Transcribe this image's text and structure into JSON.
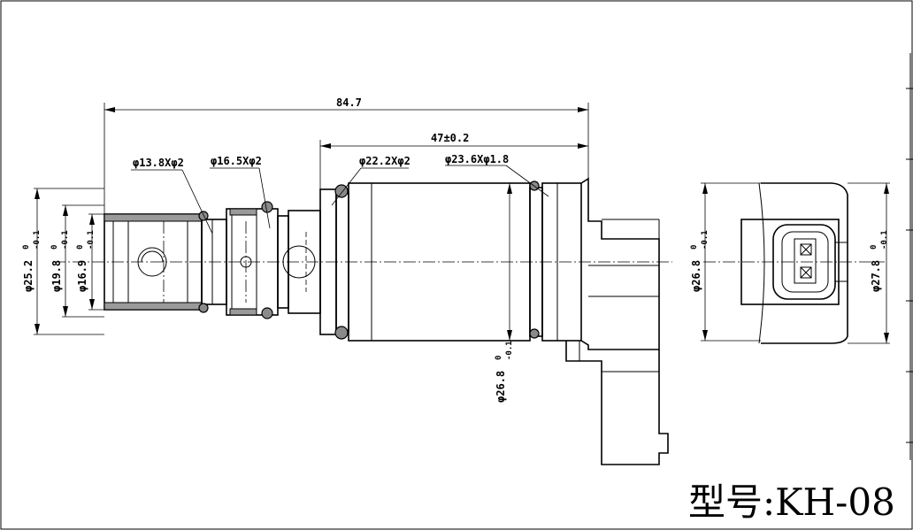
{
  "model_label": "型号:KH-08",
  "dimensions": {
    "overall_length": "84.7",
    "body_length": "47±0.2",
    "oring_1": "φ13.8Xφ2",
    "oring_2": "φ16.5Xφ2",
    "oring_3": "φ22.2Xφ2",
    "oring_4": "φ23.6Xφ1.8",
    "dia_25_2": "φ25.2",
    "dia_19_8": "φ19.8",
    "dia_16_9": "φ16.9",
    "dia_26_8_body": "φ26.8",
    "dia_26_8_end": "φ26.8",
    "dia_27_8": "φ27.8",
    "tol_upper": "0",
    "tol_lower": "-0.1"
  }
}
